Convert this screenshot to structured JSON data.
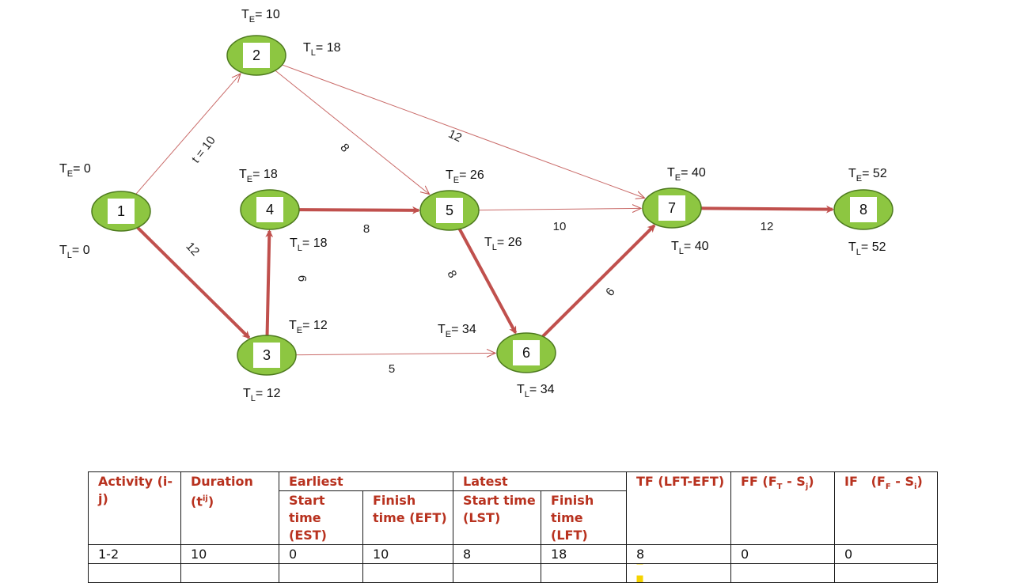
{
  "diagram": {
    "nodes": [
      {
        "id": "1",
        "te": "0",
        "tl": "0"
      },
      {
        "id": "2",
        "te": "10",
        "tl": "18"
      },
      {
        "id": "3",
        "te": "12",
        "tl": "12"
      },
      {
        "id": "4",
        "te": "18",
        "tl": "18"
      },
      {
        "id": "5",
        "te": "26",
        "tl": "26"
      },
      {
        "id": "6",
        "te": "34",
        "tl": "34"
      },
      {
        "id": "7",
        "te": "40",
        "tl": "40"
      },
      {
        "id": "8",
        "te": "52",
        "tl": "52"
      }
    ],
    "edges": [
      {
        "from": "1",
        "to": "2",
        "duration": "t = 10",
        "critical": false
      },
      {
        "from": "1",
        "to": "3",
        "duration": "12",
        "critical": true
      },
      {
        "from": "2",
        "to": "5",
        "duration": "8",
        "critical": false
      },
      {
        "from": "2",
        "to": "7",
        "duration": "12",
        "critical": false
      },
      {
        "from": "3",
        "to": "4",
        "duration": "6",
        "critical": true
      },
      {
        "from": "3",
        "to": "6",
        "duration": "5",
        "critical": false
      },
      {
        "from": "4",
        "to": "5",
        "duration": "8",
        "critical": true
      },
      {
        "from": "5",
        "to": "7",
        "duration": "10",
        "critical": false
      },
      {
        "from": "5",
        "to": "6",
        "duration": "8",
        "critical": true
      },
      {
        "from": "6",
        "to": "7",
        "duration": "6",
        "critical": true
      },
      {
        "from": "7",
        "to": "8",
        "duration": "12",
        "critical": true
      }
    ],
    "te_label": "T",
    "te_sub": "E",
    "tl_label": "T",
    "tl_sub": "L",
    "colors": {
      "node_fill": "#8dc641",
      "node_stroke": "#4d7a1e",
      "critical_edge": "#c0504d",
      "normal_edge": "#c0504d"
    }
  },
  "table": {
    "h_activity": "Activity (i-j)",
    "h_duration": "Duration (t",
    "h_duration_sup": "ij",
    "h_duration_end": ")",
    "h_earliest": "Earliest",
    "h_latest": "Latest",
    "h_tf": "TF (LFT-EFT)",
    "h_ff": "FF (F",
    "h_ff_sub": "T",
    "h_ff_mid": " - S",
    "h_ff_sub2": "j",
    "h_ff_end": ")",
    "h_if": "IF   (F",
    "h_if_sub": "F",
    "h_if_mid": " - S",
    "h_if_sub2": "i",
    "h_if_end": ")",
    "h_est": "Start time (EST)",
    "h_eft": "Finish time (EFT)",
    "h_lst": "Start time (LST)",
    "h_lft": "Finish time (LFT)",
    "rows": [
      {
        "activity": "1-2",
        "duration": "10",
        "est": "0",
        "eft": "10",
        "lst": "8",
        "lft": "18",
        "tf": "8",
        "ff": "0",
        "if": "0"
      }
    ]
  }
}
